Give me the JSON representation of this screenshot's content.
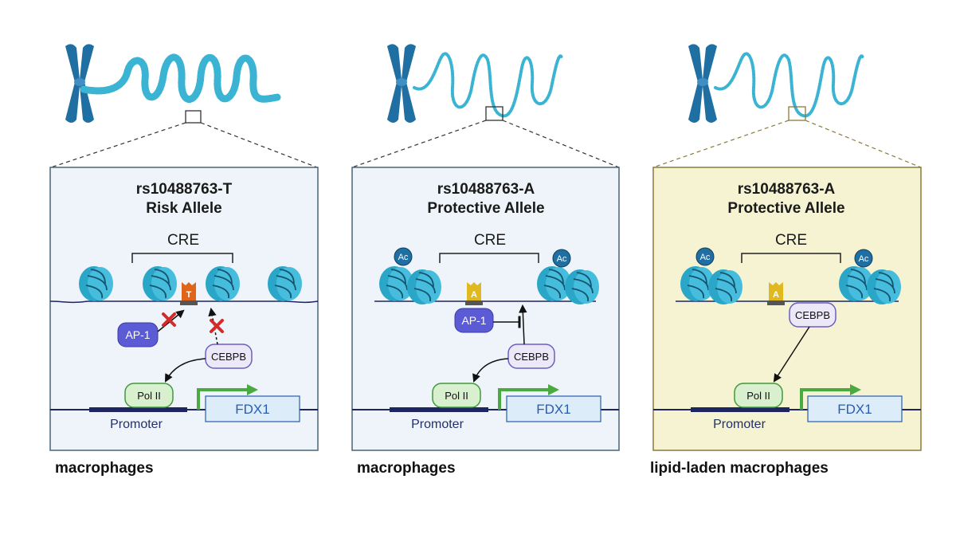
{
  "panels": [
    {
      "title_line1": "rs10488763-T",
      "title_line2": "Risk Allele",
      "cre_label": "CRE",
      "allele": "T",
      "tf1": "AP-1",
      "tf2": "CEBPB",
      "polymerase": "Pol II",
      "promoter": "Promoter",
      "gene": "FDX1",
      "caption": "macrophages"
    },
    {
      "title_line1": "rs10488763-A",
      "title_line2": "Protective Allele",
      "cre_label": "CRE",
      "allele": "A",
      "tf1": "AP-1",
      "tf2": "CEBPB",
      "polymerase": "Pol II",
      "promoter": "Promoter",
      "gene": "FDX1",
      "acetyl_left": "Ac",
      "acetyl_right": "Ac",
      "caption": "macrophages"
    },
    {
      "title_line1": "rs10488763-A",
      "title_line2": "Protective Allele",
      "cre_label": "CRE",
      "allele": "A",
      "tf2": "CEBPB",
      "polymerase": "Pol II",
      "promoter": "Promoter",
      "gene": "FDX1",
      "acetyl_left": "Ac",
      "acetyl_right": "Ac",
      "caption": "lipid-laden macrophages"
    }
  ],
  "colors": {
    "chromatin": "#3bb4d4",
    "chromosome": "#1f6fa3",
    "panel_bg": "#eef4f9",
    "panel_bg_lipid": "#f6f3d2",
    "panel_border": "#4a6478",
    "panel_border_lipid": "#8b7a3a",
    "ap1": "#5b5bd6",
    "cebpb_fill": "#ece8f8",
    "cebpb_stroke": "#6a5fc1",
    "polii_fill": "#d9f0cf",
    "polii_stroke": "#3f9a3a",
    "gene_fill": "#dcecf8",
    "gene_stroke": "#2a5db0",
    "tss_arrow": "#4aaa3f",
    "promoter_bar": "#1d2660",
    "risk_allele": "#e0651a",
    "protective_allele": "#e0b820",
    "block_x": "#d42a2a",
    "acetyl": "#1f6fa3"
  }
}
